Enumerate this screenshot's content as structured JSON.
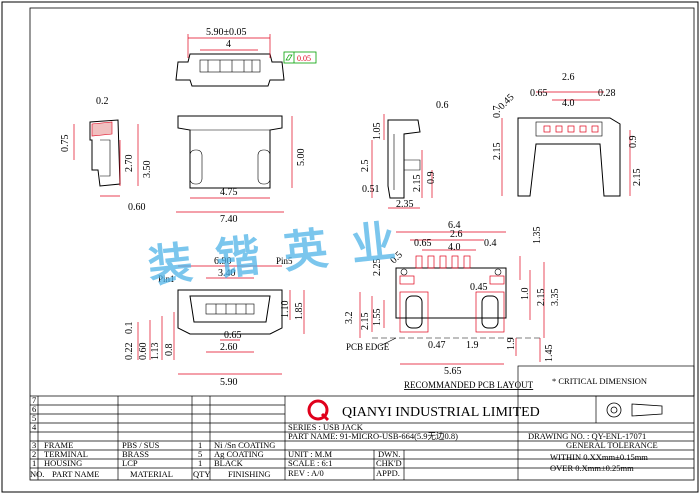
{
  "views": {
    "top": {
      "w_total": "5.90±0.05",
      "w_inner": "4",
      "flatness": "0.05"
    },
    "side_left": {
      "a": "0.2",
      "b": "0.75",
      "c": "2.70",
      "d": "3.50",
      "e": "0.60"
    },
    "front": {
      "h": "5.00",
      "w_pin": "4.75",
      "w_total": "7.40"
    },
    "side_mid": {
      "a": "0.6",
      "b": "1.05",
      "c": "2.5",
      "d": "2.15",
      "e": "0.9",
      "f": "0.51",
      "g": "2.35"
    },
    "side_right": {
      "a": "0.45",
      "b": "0.7",
      "c": "2.6",
      "d": "0.65",
      "e": "4.0",
      "f": "0.28",
      "g": "2.15",
      "h": "0.9",
      "i": "2.15"
    },
    "end": {
      "w1": "6.90",
      "w2": "3.40",
      "pin1": "Pin1",
      "pin5": "Pin5",
      "h1": "1.10",
      "h2": "1.85",
      "a": "0.22",
      "b": "0.1",
      "c": "0.60",
      "d": "1.13",
      "e": "0.8",
      "p": "0.65",
      "q": "2.60",
      "w3": "5.90"
    },
    "pcb": {
      "a": "6.4",
      "b": "2.6",
      "c": "0.65",
      "d": "4.0",
      "e": "0.4",
      "f": "1.35",
      "g": "2.25",
      "h": "0.5",
      "i": "0.45",
      "j": "1.0",
      "k": "2.15",
      "l": "3.35",
      "m": "3.2",
      "n": "2.15",
      "o": "1.55",
      "p": "0.47",
      "q": "1.9",
      "r": "1.9",
      "s": "1.45",
      "t": "5.65",
      "edge": "PCB EDGE",
      "caption": "RECOMMANDED PCB LAYOUT"
    }
  },
  "watermark": "装锴英业",
  "critical_note": "* CRITICAL DIMENSION",
  "company": "QIANYI INDUSTRIAL LIMITED",
  "title_block": {
    "series": "SERIES : USB JACK",
    "drawing_no": "DRAWING NO. : QY-ENL-17071",
    "part_name": "PART NAME: 91-MICRO-USB-664(5.9无边0.8)",
    "general_tolerance": "GENERAL TOLERANCE",
    "unit": "UNIT : M.M",
    "dwn": "DWN.",
    "tol1": "WITHIN 0.XXmm±0.15mm",
    "scale": "SCALE : 6:1",
    "chkd": "CHK'D",
    "tol2": "OVER   0.Xmm±0.25mm",
    "rev": "REV : A/0",
    "appd": "APPD.",
    "rows": [
      {
        "no": "7",
        "part": "",
        "material": "",
        "qty": "",
        "finish": ""
      },
      {
        "no": "6",
        "part": "",
        "material": "",
        "qty": "",
        "finish": ""
      },
      {
        "no": "5",
        "part": "",
        "material": "",
        "qty": "",
        "finish": ""
      },
      {
        "no": "4",
        "part": "",
        "material": "",
        "qty": "",
        "finish": ""
      },
      {
        "no": "3",
        "part": "FRAME",
        "material": "PBS / SUS",
        "qty": "1",
        "finish": "Ni /Sn COATING"
      },
      {
        "no": "2",
        "part": "TERMINAL",
        "material": "BRASS",
        "qty": "5",
        "finish": "Ag COATING"
      },
      {
        "no": "1",
        "part": "HOUSING",
        "material": "LCP",
        "qty": "1",
        "finish": "BLACK"
      }
    ],
    "header": {
      "no": "NO.",
      "part": "PART NAME",
      "material": "MATERIAL",
      "qty": "QTY",
      "finish": "FINISHING"
    }
  }
}
